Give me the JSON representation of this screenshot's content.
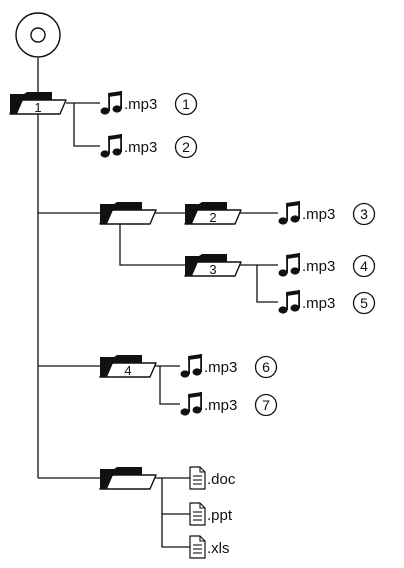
{
  "diagram": {
    "colors": {
      "ink": "#111111",
      "background": "#ffffff"
    },
    "root": {
      "icon": "disc-icon"
    },
    "folders": [
      {
        "id": "folder-1",
        "label": "1"
      },
      {
        "id": "folder-a",
        "label": ""
      },
      {
        "id": "folder-2",
        "label": "2"
      },
      {
        "id": "folder-3",
        "label": "3"
      },
      {
        "id": "folder-4",
        "label": "4"
      },
      {
        "id": "folder-b",
        "label": ""
      }
    ],
    "tracks": [
      {
        "ext": ".mp3",
        "number": "1"
      },
      {
        "ext": ".mp3",
        "number": "2"
      },
      {
        "ext": ".mp3",
        "number": "3"
      },
      {
        "ext": ".mp3",
        "number": "4"
      },
      {
        "ext": ".mp3",
        "number": "5"
      },
      {
        "ext": ".mp3",
        "number": "6"
      },
      {
        "ext": ".mp3",
        "number": "7"
      }
    ],
    "documents": [
      {
        "ext": ".doc"
      },
      {
        "ext": ".ppt"
      },
      {
        "ext": ".xls"
      }
    ]
  }
}
